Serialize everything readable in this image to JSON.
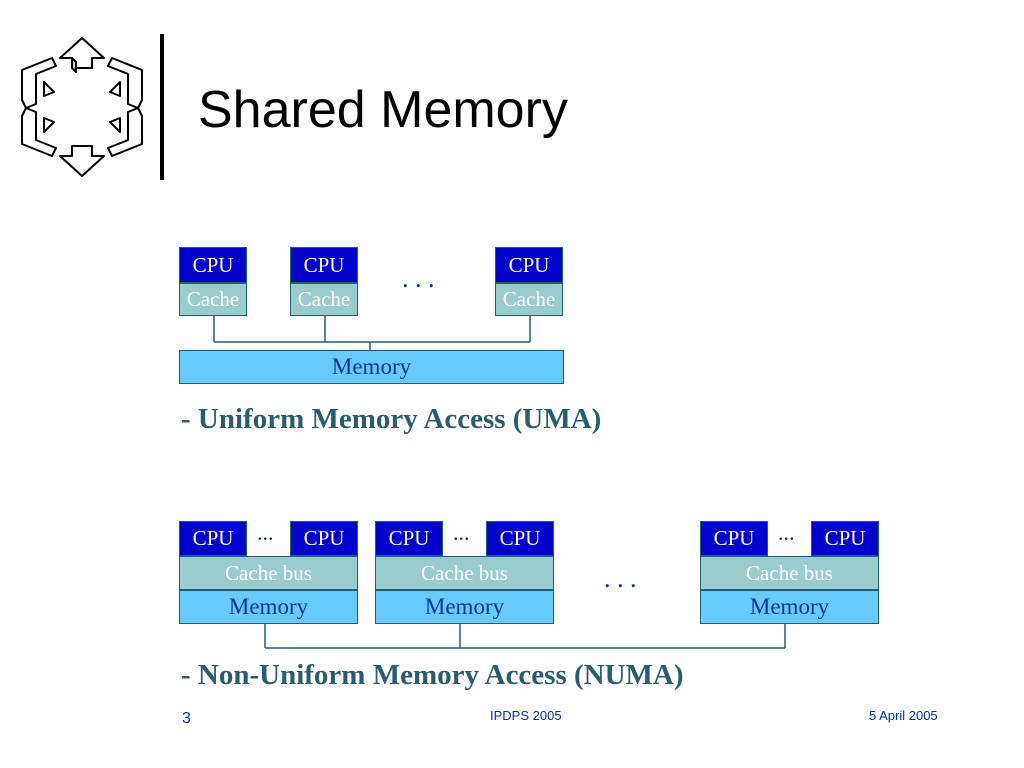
{
  "slide": {
    "title": "Shared Memory",
    "logo_icon": "hexagon-arrows-logo-icon"
  },
  "uma": {
    "nodes": [
      {
        "cpu": "CPU",
        "cache": "Cache"
      },
      {
        "cpu": "CPU",
        "cache": "Cache"
      },
      {
        "cpu": "CPU",
        "cache": "Cache"
      }
    ],
    "ellipsis": ". . .",
    "memory": "Memory",
    "caption": "- Uniform Memory Access (UMA)"
  },
  "numa": {
    "nodes": [
      {
        "cpu_left": "CPU",
        "ellipsis": "...",
        "cpu_right": "CPU",
        "cache_bus": "Cache bus",
        "memory": "Memory"
      },
      {
        "cpu_left": "CPU",
        "ellipsis": "...",
        "cpu_right": "CPU",
        "cache_bus": "Cache bus",
        "memory": "Memory"
      },
      {
        "cpu_left": "CPU",
        "ellipsis": "...",
        "cpu_right": "CPU",
        "cache_bus": "Cache bus",
        "memory": "Memory"
      }
    ],
    "ellipsis": ". . .",
    "caption": "- Non-Uniform Memory Access (NUMA)"
  },
  "footer": {
    "page_number": "3",
    "conference": "IPDPS 2005",
    "date": "5 April 2005"
  },
  "colors": {
    "cpu": "#0000cc",
    "cache": "#99cccc",
    "memory": "#66ccff",
    "caption": "#2a5d6b",
    "footer": "#003399"
  }
}
